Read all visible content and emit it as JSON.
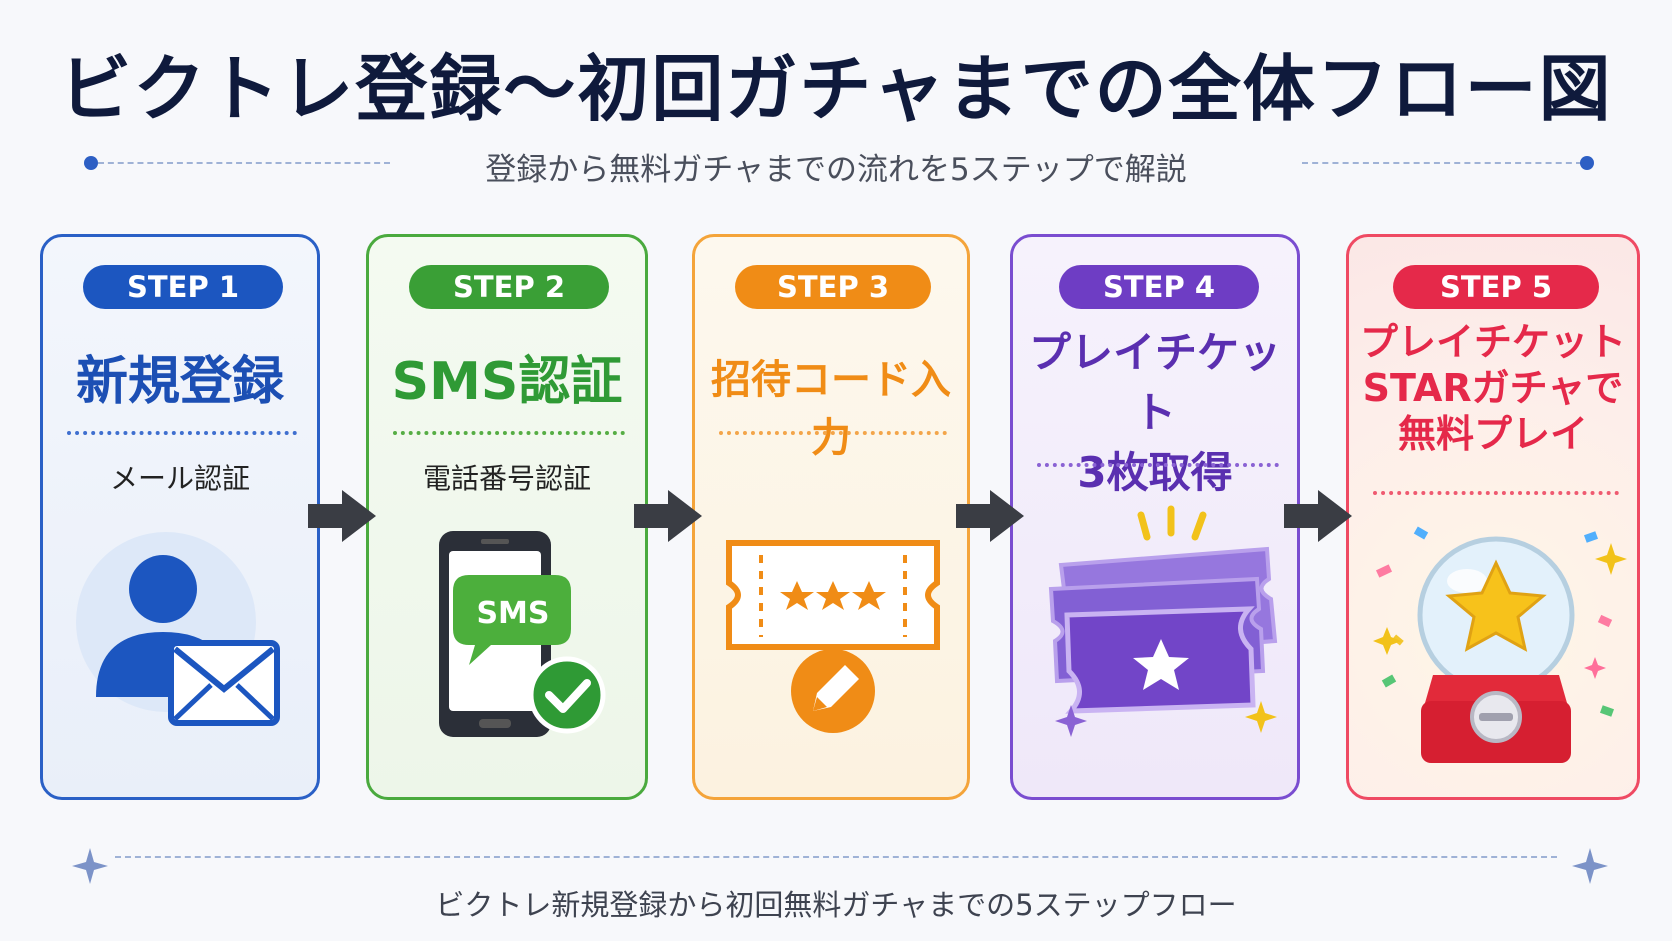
{
  "title": "ビクトレ登録～初回ガチャまでの全体フロー図",
  "subtitle": "登録から無料ガチャまでの流れを5ステップで解説",
  "steps": [
    {
      "label": "STEP 1",
      "title": "新規登録",
      "subtitle": "メール認証",
      "color": "#1c56c0",
      "light": "#eef3fc"
    },
    {
      "label": "STEP 2",
      "title": "SMS認証",
      "subtitle": "電話番号認証",
      "color": "#2f9a35",
      "light": "#f1f8ee"
    },
    {
      "label": "STEP 3",
      "title": "招待コード入力",
      "subtitle": "",
      "color": "#f08c16",
      "light": "#fdf6e9"
    },
    {
      "label": "STEP 4",
      "title_line1": "プレイチケット",
      "title_line2": "3枚取得",
      "subtitle": "",
      "color": "#6e3dc4",
      "light": "#f4effb"
    },
    {
      "label": "STEP 5",
      "title_line1": "プレイチケット",
      "title_line2": "STARガチャで",
      "title_line3": "無料プレイ",
      "subtitle": "",
      "color": "#e5294a",
      "light": "#fdf1ef"
    }
  ],
  "icons": {
    "step1": "user-mail-icon",
    "step2": "phone-sms-check-icon",
    "step3": "ticket-pencil-icon",
    "step4": "tickets-star-icon",
    "step5": "gacha-machine-icon"
  },
  "sms_bubble_text": "SMS",
  "footer": "ビクトレ新規登録から初回無料ガチャまでの5ステップフロー"
}
